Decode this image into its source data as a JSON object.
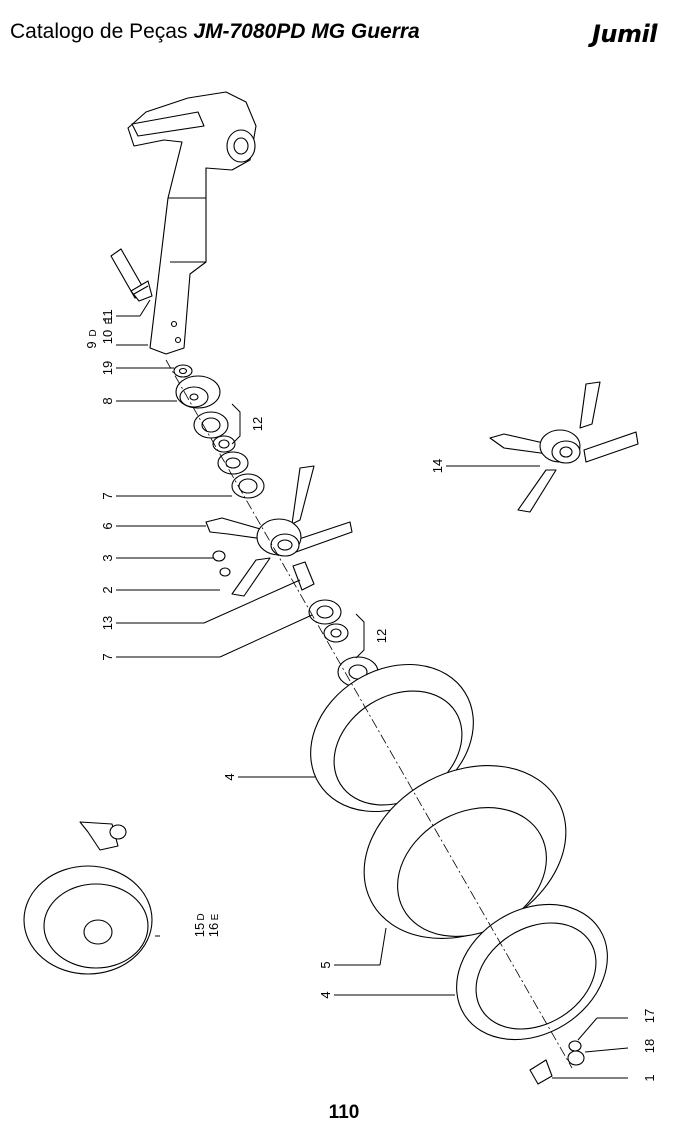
{
  "header": {
    "title_prefix": "Catalogo de Peças",
    "model": "JM-7080PD MG Guerra",
    "brand": "Jumil",
    "brand_mark": "®"
  },
  "callouts": {
    "c11": "11",
    "c10": "10",
    "c10s": "E",
    "c9": "9",
    "c9s": "D",
    "c19": "19",
    "c8": "8",
    "c12a": "12",
    "c7a": "7",
    "c6": "6",
    "c3": "3",
    "c2": "2",
    "c13": "13",
    "c12b": "12",
    "c7b": "7",
    "c14": "14",
    "c4a": "4",
    "c15": "15",
    "c15s": "D",
    "c16": "16",
    "c16s": "E",
    "c5": "5",
    "c4b": "4",
    "c17": "17",
    "c18": "18",
    "c1": "1"
  },
  "page_number": "110"
}
